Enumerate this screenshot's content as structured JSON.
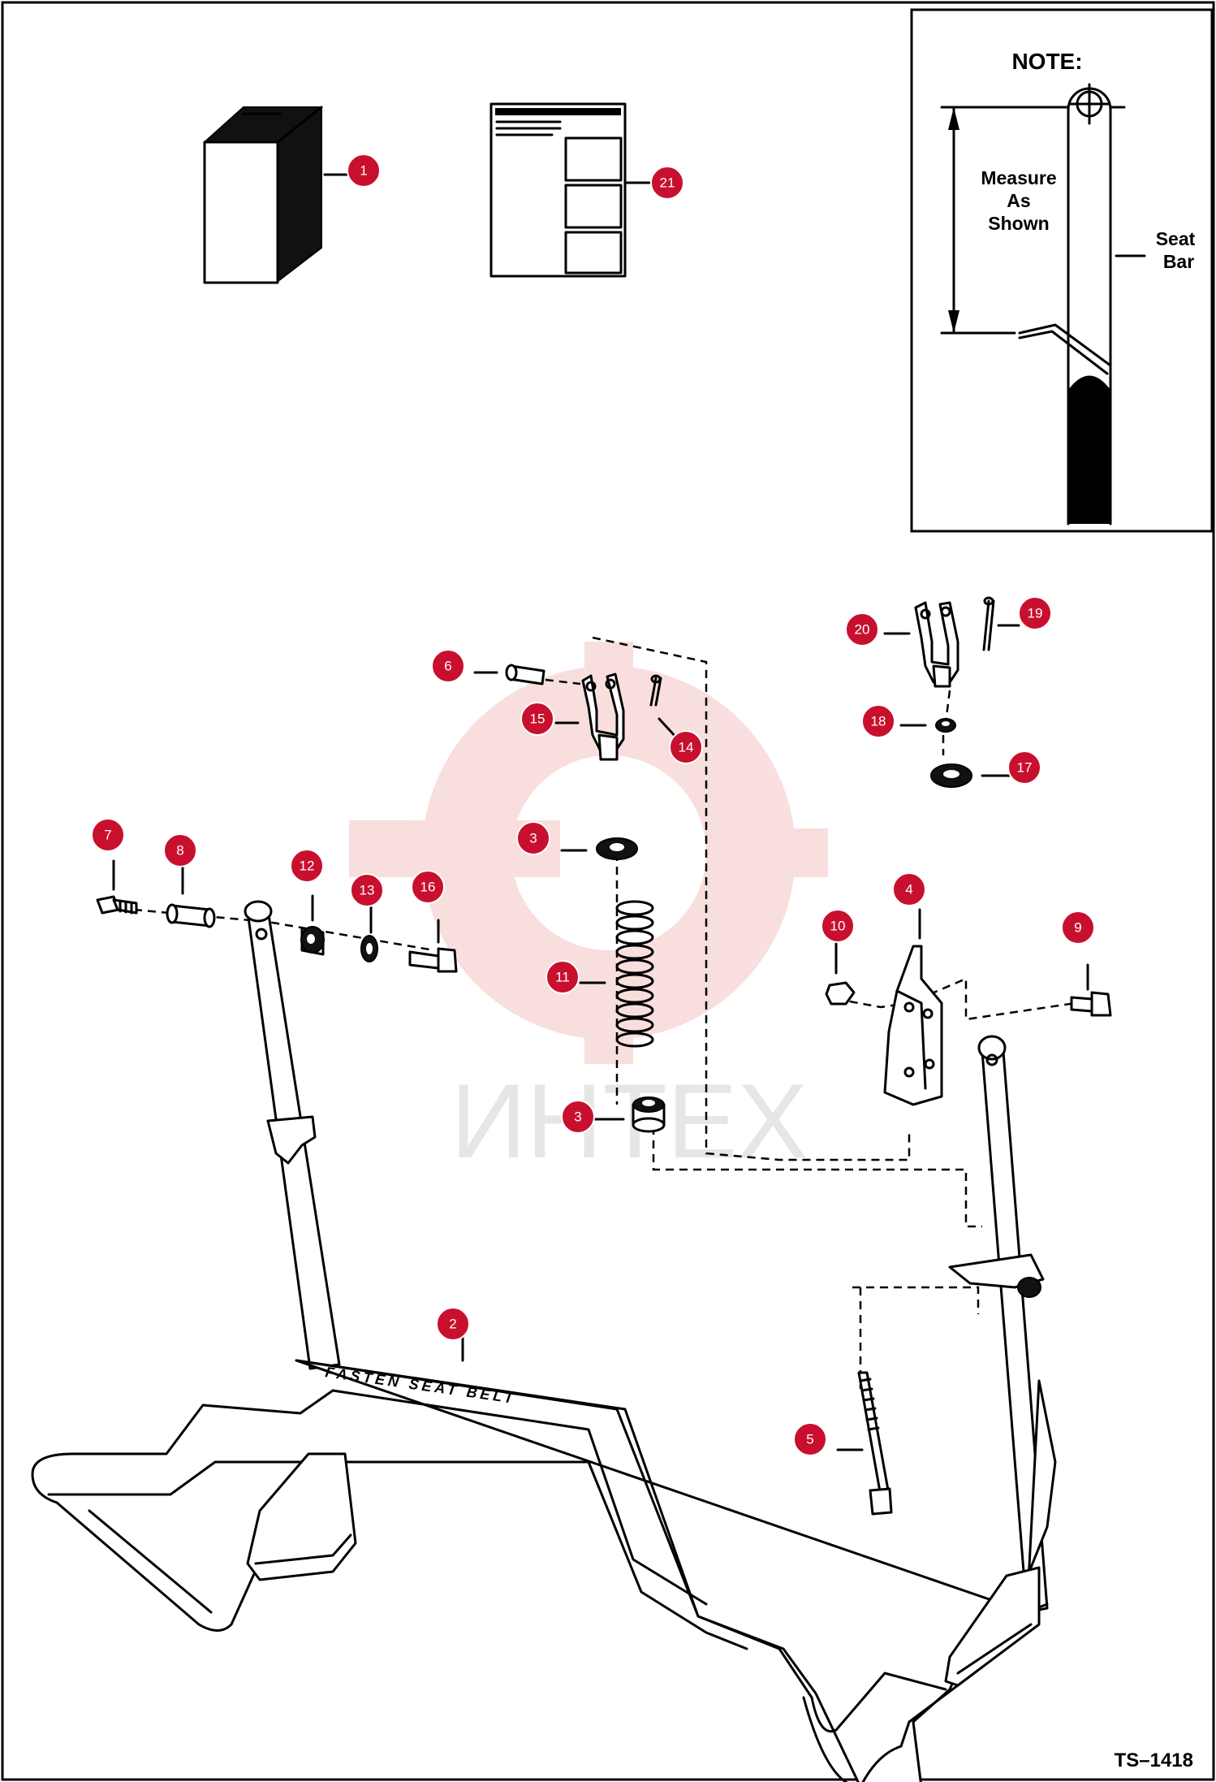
{
  "note": {
    "title": "NOTE:",
    "measure_line1": "Measure",
    "measure_line2": "As",
    "measure_line3": "Shown",
    "seat_line1": "Seat",
    "seat_line2": "Bar"
  },
  "decal_text": "FASTEN SEAT BELT",
  "watermark": "ИНТЕХ",
  "drawing_id": "TS–1418",
  "callouts": [
    "1",
    "21",
    "6",
    "15",
    "14",
    "20",
    "19",
    "18",
    "17",
    "3",
    "3",
    "7",
    "8",
    "12",
    "13",
    "16",
    "11",
    "4",
    "10",
    "9",
    "2",
    "5"
  ],
  "colors": {
    "callout": "#c8102e",
    "ink": "#000000",
    "watermark": "#e56f6f"
  }
}
